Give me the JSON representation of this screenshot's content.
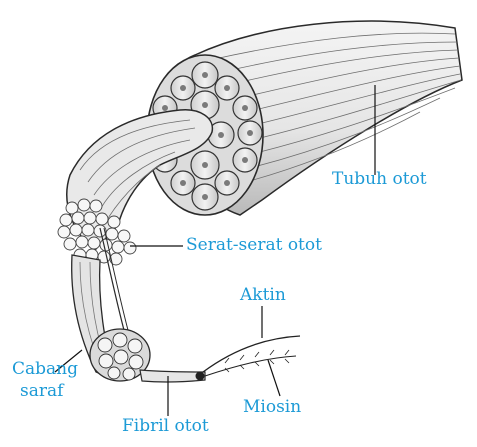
{
  "labels": {
    "tubuh_otot": "Tubuh otot",
    "serat_serat_otot": "Serat-serat otot",
    "aktin": "Aktin",
    "cabang_saraf_line1": "Cabang",
    "cabang_saraf_line2": "saraf",
    "miosin": "Miosin",
    "fibril_otot": "Fibril otot"
  },
  "colors": {
    "label_text": "#1c9ad6",
    "leader_line": "#111111",
    "drawing_fill": "#eeeeee",
    "drawing_shade": "#9a9a9a",
    "drawing_outline": "#2a2a2a"
  }
}
